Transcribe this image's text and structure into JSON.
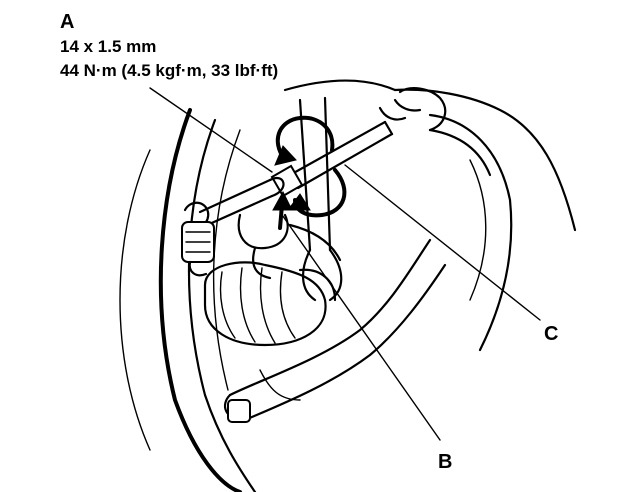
{
  "labels": {
    "a": "A",
    "a_size": "14 x 1.5 mm",
    "a_torque": "44 N·m (4.5 kgf·m, 33 lbf·ft)",
    "b": "B",
    "c": "C"
  },
  "colors": {
    "ink": "#000000",
    "paper": "#ffffff"
  },
  "icons": {
    "rotation_arrow_upper": "curved-arrow-icon",
    "rotation_arrow_lower": "curved-arrow-icon",
    "direction_arrow": "up-arrow-icon"
  }
}
